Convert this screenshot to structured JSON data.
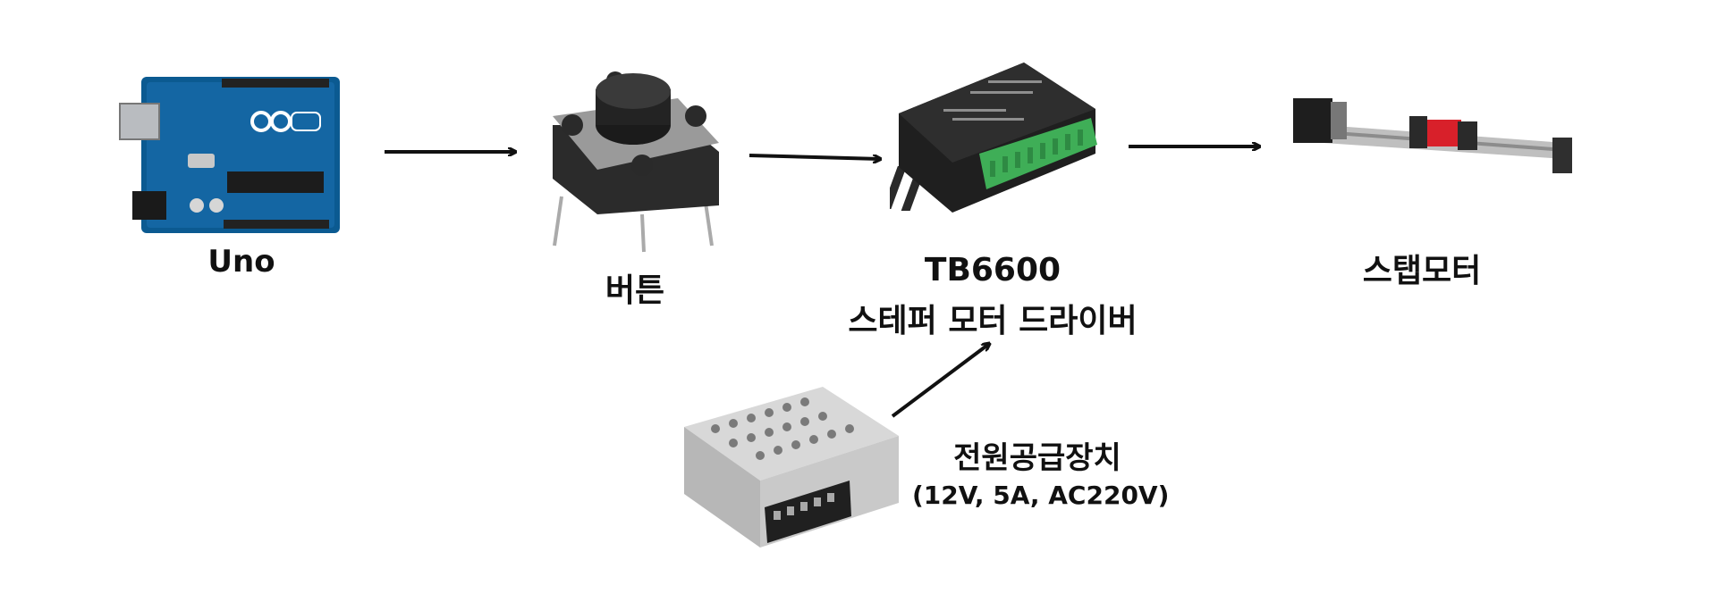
{
  "nodes": {
    "uno": {
      "label": "Uno",
      "icon": "arduino-uno-board-icon"
    },
    "button": {
      "label": "버튼",
      "icon": "tactile-push-button-icon"
    },
    "driver": {
      "label_line1": "TB6600",
      "label_line2": "스테퍼 모터 드라이버",
      "icon": "stepper-driver-icon"
    },
    "stepper": {
      "label": "스탭모터",
      "icon": "linear-stepper-actuator-icon"
    },
    "psu": {
      "label_line1": "전원공급장치",
      "label_line2": "(12V, 5A, AC220V)",
      "icon": "power-supply-unit-icon"
    }
  },
  "colors": {
    "arrow": "#111111",
    "board": "#0b5a91",
    "driver_terminal": "#3fae57",
    "psu_body": "#c9c9c9"
  }
}
